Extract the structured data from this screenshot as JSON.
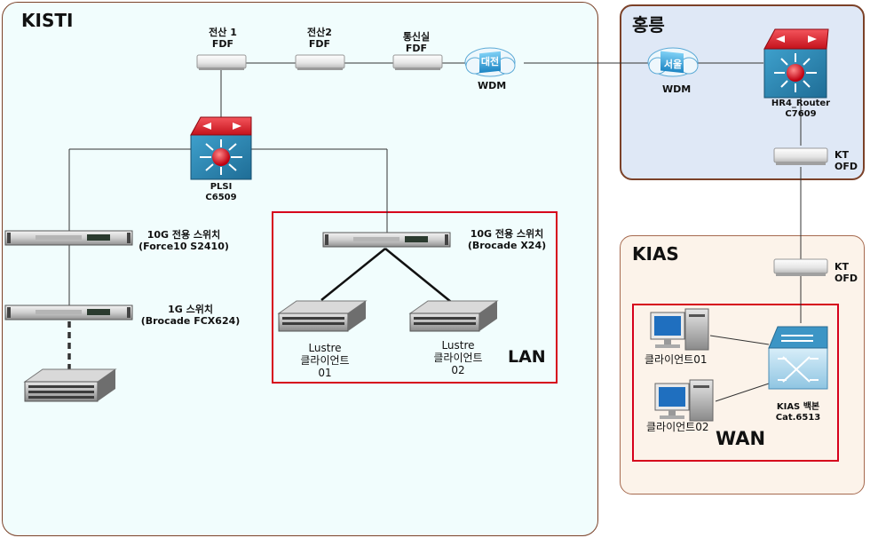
{
  "regions": {
    "kisti": "KISTI",
    "hongneung": "홍릉",
    "kias": "KIAS"
  },
  "labels": {
    "fdf1": [
      "전산 1",
      "FDF"
    ],
    "fdf2": [
      "전산2",
      "FDF"
    ],
    "fdf3": [
      "통신실",
      "FDF"
    ],
    "wdm_daejeon_city": "대전",
    "wdm_daejeon": "WDM",
    "wdm_seoul_city": "서울",
    "wdm_seoul": "WDM",
    "hr4_router": [
      "HR4_Router",
      "C7609"
    ],
    "kt_ofd1": [
      "KT",
      "OFD"
    ],
    "kt_ofd2": [
      "KT",
      "OFD"
    ],
    "plsi": [
      "PLSI",
      "C6509"
    ],
    "switch_10g_force10": [
      "10G 전용 스위치",
      "(Force10 S2410)"
    ],
    "switch_1g_brocade": [
      "1G 스위치",
      "(Brocade FCX624)"
    ],
    "switch_10g_brocade": [
      "10G 전용 스위치",
      "(Brocade X24)"
    ],
    "lustre_client1": [
      "Lustre",
      "클라이언트",
      "01"
    ],
    "lustre_client2": [
      "Lustre",
      "클라이언트",
      "02"
    ],
    "lan": "LAN",
    "kias_client1": "클라이언트01",
    "kias_client2": "클라이언트02",
    "kias_backbone": [
      "KIAS 백본",
      "Cat.6513"
    ],
    "wan": "WAN"
  },
  "colors": {
    "kisti_bg": "#f1fdfd",
    "hongneung_bg": "#dfe8f6",
    "kias_bg": "#fcf3ea",
    "region_border": "#7b4128",
    "highlight_border": "#d6001c",
    "router_red": "#e2202b",
    "router_teal": "#2d86b0",
    "cloud_blue": "#2e9ed8"
  }
}
